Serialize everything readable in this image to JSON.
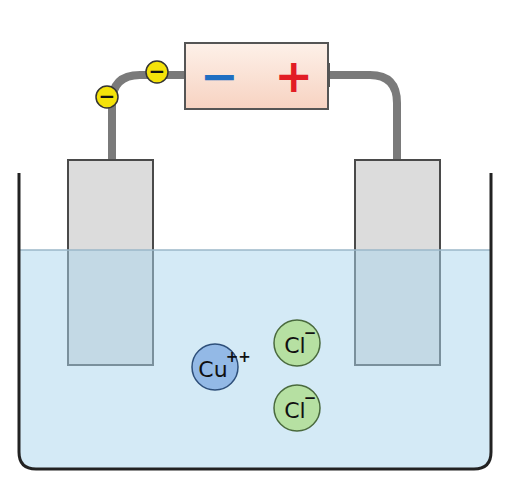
{
  "diagram": {
    "nodes": [
      {
        "text": [
          "−",
          "+"
        ]
      },
      {
        "text": [
          "−"
        ]
      },
      {
        "text": [
          "−"
        ]
      },
      {
        "text": [
          "Cu",
          "++"
        ]
      },
      {
        "text": [
          "Cl",
          "−"
        ]
      },
      {
        "text": [
          "Cl",
          "−"
        ]
      }
    ]
  }
}
